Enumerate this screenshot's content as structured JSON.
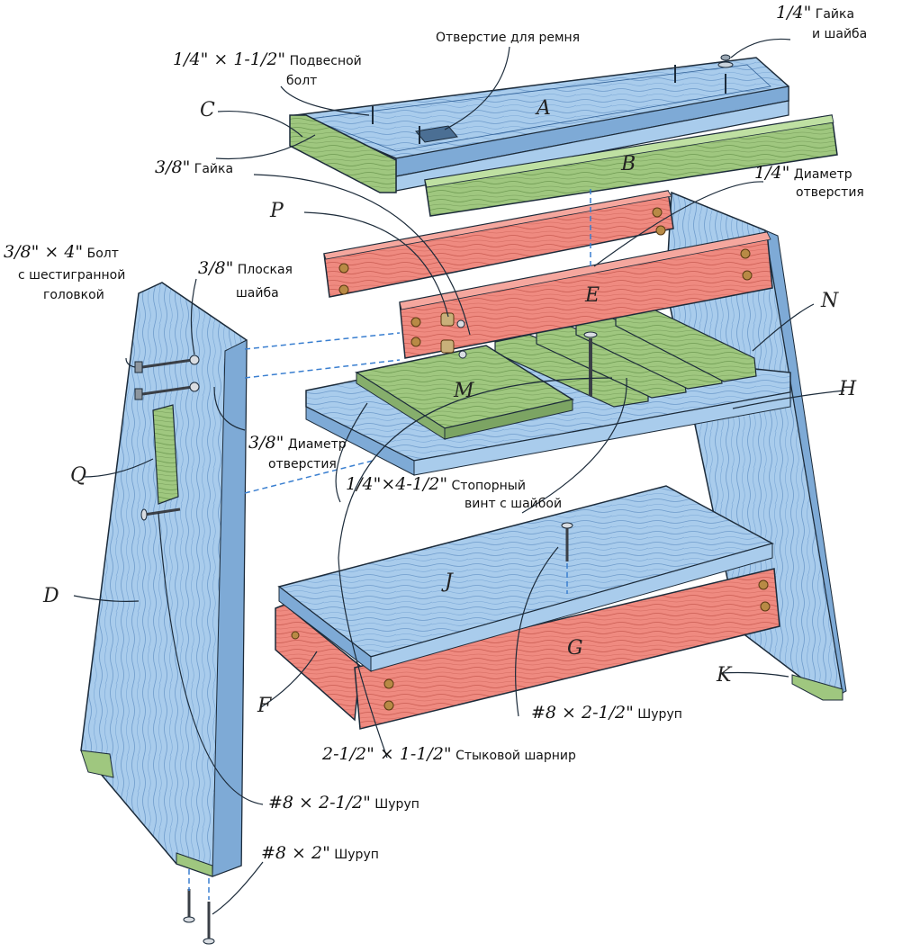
{
  "colors": {
    "blue": "#a9ccec",
    "blue_edge": "#2f5f96",
    "red": "#ef8a80",
    "red_edge": "#9b3a34",
    "green": "#9fc77f",
    "green_edge": "#3d6a2a",
    "outline": "#1c2b3a",
    "dash": "#3a7fd0"
  },
  "part_letters": {
    "A": "A",
    "B": "B",
    "C": "C",
    "D": "D",
    "E": "E",
    "F": "F",
    "G": "G",
    "H": "H",
    "J": "J",
    "K": "K",
    "M": "M",
    "N": "N",
    "P": "P",
    "Q": "Q"
  },
  "callouts": {
    "strap_hole": "Отверстие для ремня",
    "nut_washer_size": "1/4\"",
    "nut_washer_text_1": "Гайка",
    "nut_washer_text_2": "и шайба",
    "hanger_bolt_size": "1/4\" × 1-1/2\"",
    "hanger_bolt_text_1": "Подвесной",
    "hanger_bolt_text_2": "болт",
    "nut38_size": "3/8\"",
    "nut38_text": "Гайка",
    "hole14_size": "1/4\"",
    "hole14_text_1": "Диаметр",
    "hole14_text_2": "отверстия",
    "hexbolt_size": "3/8\" × 4\"",
    "hexbolt_text_1": "Болт",
    "hexbolt_text_2": "с шестигранной",
    "hexbolt_text_3": "головкой",
    "flat_washer_size": "3/8\"",
    "flat_washer_text_1": "Плоская",
    "flat_washer_text_2": "шайба",
    "hole38_size": "3/8\"",
    "hole38_text_1": "Диаметр",
    "hole38_text_2": "отверстия",
    "setscrew_size": "1/4\"×4-1/2\"",
    "setscrew_text_1": "Стопорный",
    "setscrew_text_2": "винт с шайбой",
    "screw_j_size": "#8 × 2-1/2\"",
    "screw_j_text": "Шуруп",
    "hinge_size": "2-1/2\" × 1-1/2\"",
    "hinge_text": "Стыковой шарнир",
    "screw_q_size": "#8 × 2-1/2\"",
    "screw_q_text": "Шуруп",
    "screw_foot_size": "#8 × 2\"",
    "screw_foot_text": "Шуруп"
  }
}
